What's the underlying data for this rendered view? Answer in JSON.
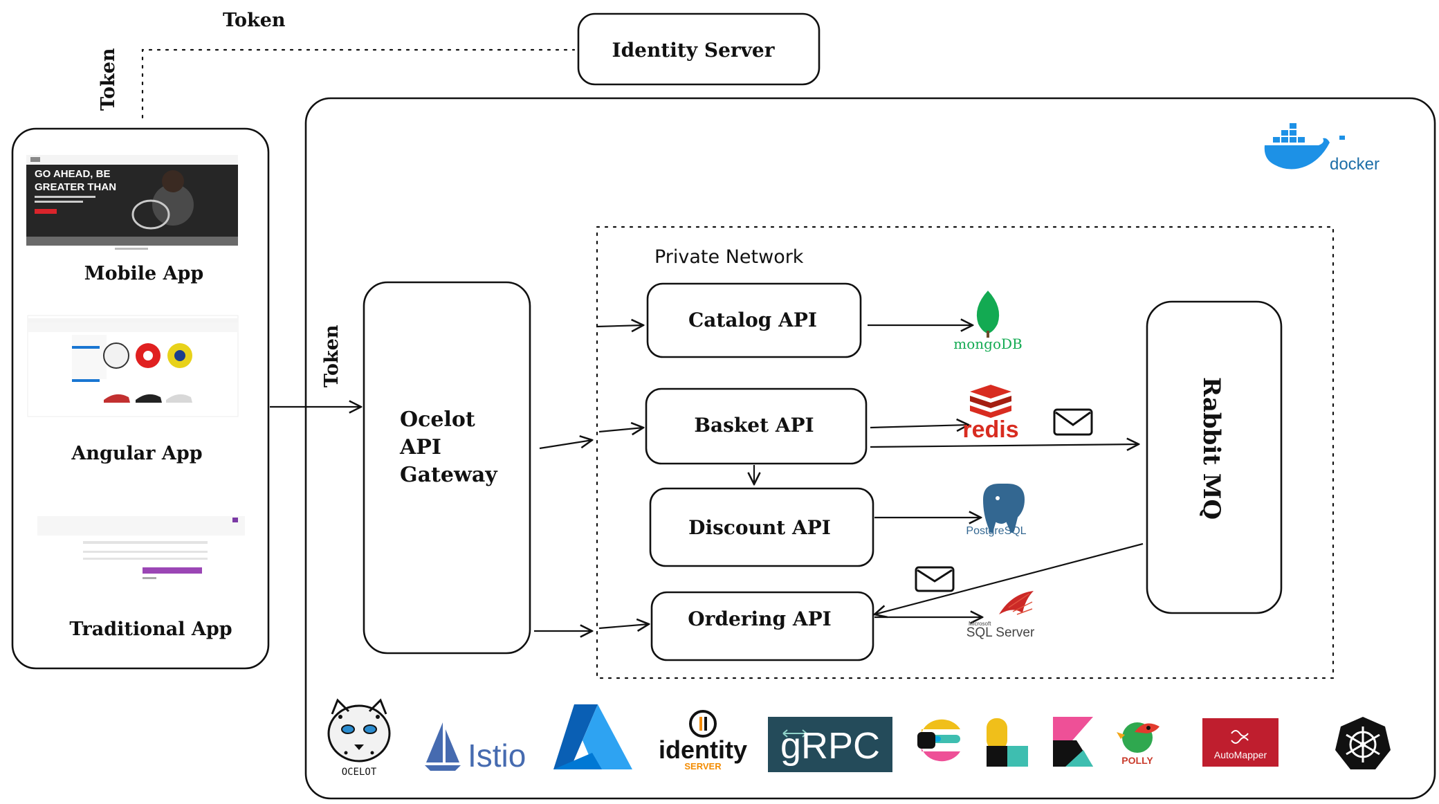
{
  "labels": {
    "token_top": "Token",
    "token_vertical": "Token",
    "identity_server": "Identity Server",
    "mobile_app": "Mobile App",
    "angular_app": "Angular App",
    "traditional_app": "Traditional App",
    "token_gateway": "Token",
    "gateway_line1": "Ocelot",
    "gateway_line2": "API",
    "gateway_line3": "Gateway",
    "private_network": "Private Network",
    "catalog_api": "Catalog API",
    "basket_api": "Basket API",
    "discount_api": "Discount API",
    "ordering_api": "Ordering API",
    "rabbit_mq": "Rabbit MQ"
  },
  "databases": {
    "mongo": "mongoDB",
    "redis": "redis",
    "postgres": "PostgreSQL",
    "sqlserver_small": "Microsoft",
    "sqlserver": "SQL Server"
  },
  "screens": {
    "mobile_headline1": "GO AHEAD, BE",
    "mobile_headline2": "GREATER THAN"
  },
  "logos": {
    "docker": "docker",
    "ocelot": "OCELOT",
    "istio": "Istio",
    "identity": "identity",
    "identity_sub": "SERVER",
    "grpc": "gRPC",
    "polly": "POLLY",
    "automapper": "AutoMapper"
  },
  "colors": {
    "docker": "#1d91e6",
    "mongo": "#13aa52",
    "redis": "#d82c20",
    "postgres": "#336791",
    "istio": "#466bb0",
    "azure": "#0078d4",
    "grpc_bg": "#244b5a",
    "automapper": "#bf1e2e",
    "identity_orange": "#f38b00",
    "kubernetes": "#111111"
  }
}
